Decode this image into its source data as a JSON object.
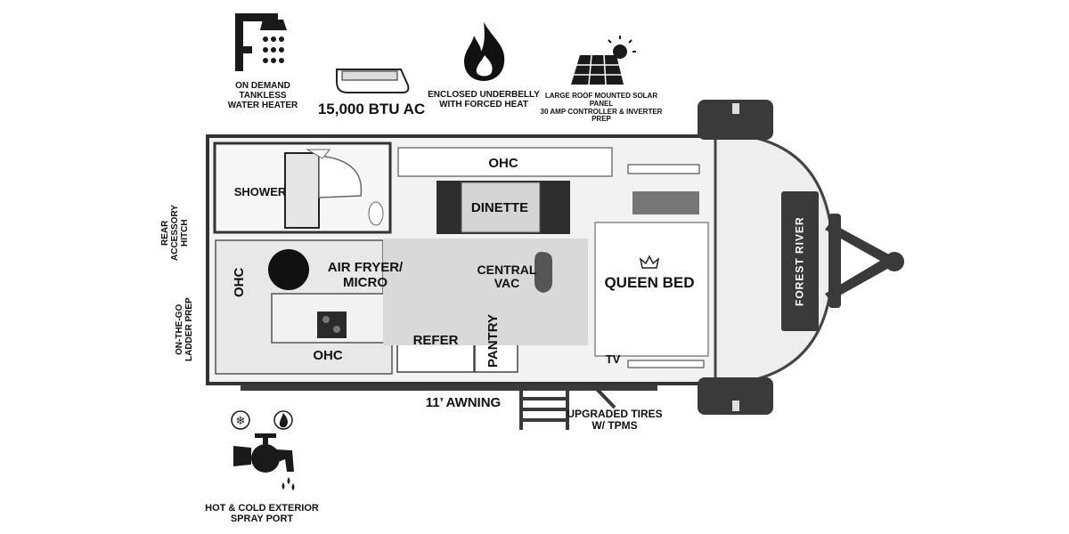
{
  "features": {
    "water_heater": "ON DEMAND\nTANKLESS\nWATER HEATER",
    "ac": "15,000 BTU AC",
    "underbelly": "ENCLOSED UNDERBELLY\nWITH FORCED HEAT",
    "solar": "LARGE ROOF MOUNTED SOLAR PANEL\n30 AMP CONTROLLER & INVERTER PREP",
    "spray_port": "HOT & COLD EXTERIOR\nSPRAY PORT",
    "awning": "11’ AWNING",
    "tires": "UPGRADED TIRES\nW/ TPMS",
    "rear_hitch": "REAR\nACCESSORY\nHITCH",
    "ladder": "ON-THE-GO\nLADDER PREP"
  },
  "rooms": {
    "shower": "SHOWER",
    "ohc_top": "OHC",
    "dinette": "DINETTE",
    "ohc_left": "OHC",
    "air_fryer": "AIR FRYER/\nMICRO",
    "central_vac": "CENTRAL\nVAC",
    "queen_bed": "QUEEN BED",
    "refer": "REFER",
    "pantry": "PANTRY",
    "ohc_bottom": "OHC",
    "tv": "TV"
  },
  "brand": "FOREST RIVER"
}
